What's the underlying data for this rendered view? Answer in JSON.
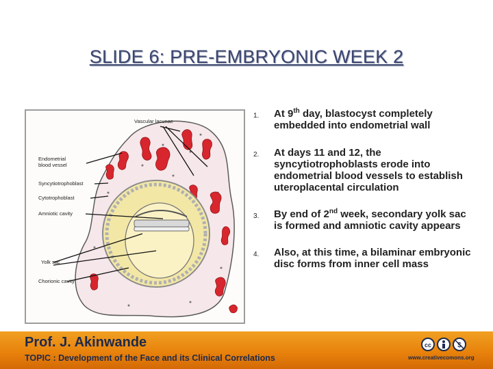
{
  "slide": {
    "title": "SLIDE 6: PRE-EMBRYONIC WEEK 2"
  },
  "figure": {
    "labels": {
      "vascular_lacunae": "Vascular lacunae",
      "endometrial_vessel_1": "Endometrial",
      "endometrial_vessel_2": "blood vessel",
      "syncytiotrophoblast": "Syncytiotrophoblast",
      "cytotrophoblast": "Cytotrophoblast",
      "amniotic_cavity": "Amniotic cavity",
      "yolk_sac": "Yolk sac",
      "chorionic_cavity": "Chorionic cavity"
    }
  },
  "items": [
    {
      "number": "1.",
      "pre": "At 9",
      "sup": "th",
      "post": " day, blastocyst completely embedded into endometrial wall"
    },
    {
      "number": "2.",
      "pre": "At days 11 and 12, the syncytiotrophoblasts erode into endometrial blood vessels to establish uteroplacental circulation",
      "sup": "",
      "post": ""
    },
    {
      "number": "3.",
      "pre": "By end of 2",
      "sup": "nd",
      "post": " week, secondary yolk sac is formed and amniotic cavity appears"
    },
    {
      "number": "4.",
      "pre": " Also, at this time, a bilaminar embryonic disc forms from inner cell mass",
      "sup": "",
      "post": ""
    }
  ],
  "footer": {
    "name": "Prof. J. Akinwande",
    "topic": "TOPIC : Development of the Face and its Clinical Correlations",
    "license_url": "www.creativecomons.org",
    "license_icons": [
      "creative-commons-icon",
      "attribution-icon",
      "noncommercial-icon"
    ]
  },
  "colors": {
    "title": "#3b4570",
    "footer": "#e8820c",
    "blood": "#d8262e"
  }
}
